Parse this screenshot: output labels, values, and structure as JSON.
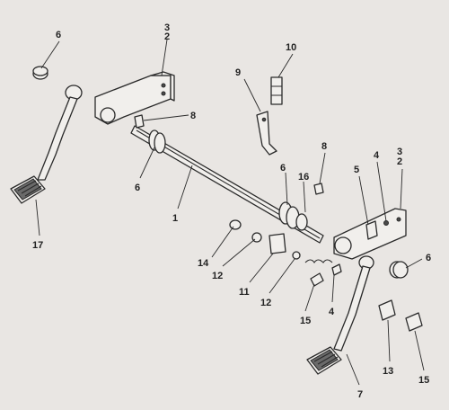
{
  "callouts": {
    "c1": "1",
    "c2a": "2",
    "c3a": "3",
    "c2b": "2",
    "c3b": "3",
    "c4a": "4",
    "c4b": "4",
    "c5": "5",
    "c6a": "6",
    "c6b": "6",
    "c6c": "6",
    "c6d": "6",
    "c7": "7",
    "c8a": "8",
    "c8b": "8",
    "c9": "9",
    "c10": "10",
    "c11": "11",
    "c12a": "12",
    "c12b": "12",
    "c13": "13",
    "c14": "14",
    "c15a": "15",
    "c15b": "15",
    "c16": "16",
    "c17": "17"
  }
}
